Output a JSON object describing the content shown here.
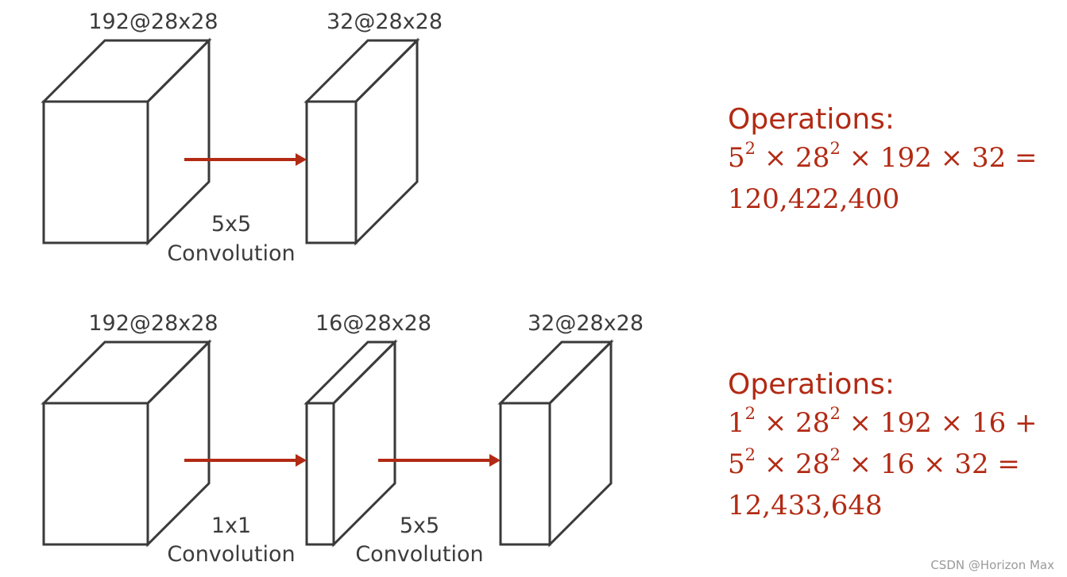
{
  "diagram": {
    "naive": {
      "input_label": "192@28x28",
      "output_label": "32@28x28",
      "conv_size": "5x5",
      "conv_word": "Convolution",
      "ops_title": "Operations:",
      "ops_expr": "5² × 28² × 192 × 32 =",
      "ops_result": "120,422,400"
    },
    "bottleneck": {
      "input_label": "192@28x28",
      "mid_label": "16@28x28",
      "output_label": "32@28x28",
      "conv1_size": "1x1",
      "conv1_word": "Convolution",
      "conv2_size": "5x5",
      "conv2_word": "Convolution",
      "ops_title": "Operations:",
      "ops_expr1": "1² × 28² × 192 × 16 +",
      "ops_expr2": "5² × 28² × 16 × 32 =",
      "ops_result": "12,433,648"
    },
    "colors": {
      "box_stroke": "#3a3a3a",
      "arrow": "#b22a14",
      "text": "#3c3c3c",
      "ops_text": "#b22a14"
    }
  },
  "watermark": "CSDN @Horizon Max"
}
